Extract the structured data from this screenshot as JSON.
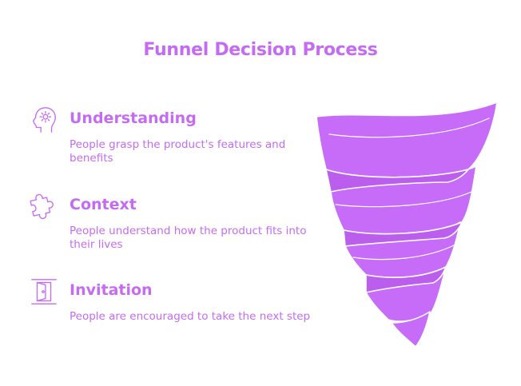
{
  "title": "Funnel Decision Process",
  "colors": {
    "accent": "#c56bf3",
    "funnel_fill": "#c76cf9",
    "funnel_outline": "#ffffff"
  },
  "items": [
    {
      "icon": "gear-head-icon",
      "heading": "Understanding",
      "description": "People grasp the product's features and benefits"
    },
    {
      "icon": "puzzle-piece-icon",
      "heading": "Context",
      "description": "People understand how the product fits into their lives"
    },
    {
      "icon": "open-door-icon",
      "heading": "Invitation",
      "description": "People are encouraged to take the next step"
    }
  ]
}
